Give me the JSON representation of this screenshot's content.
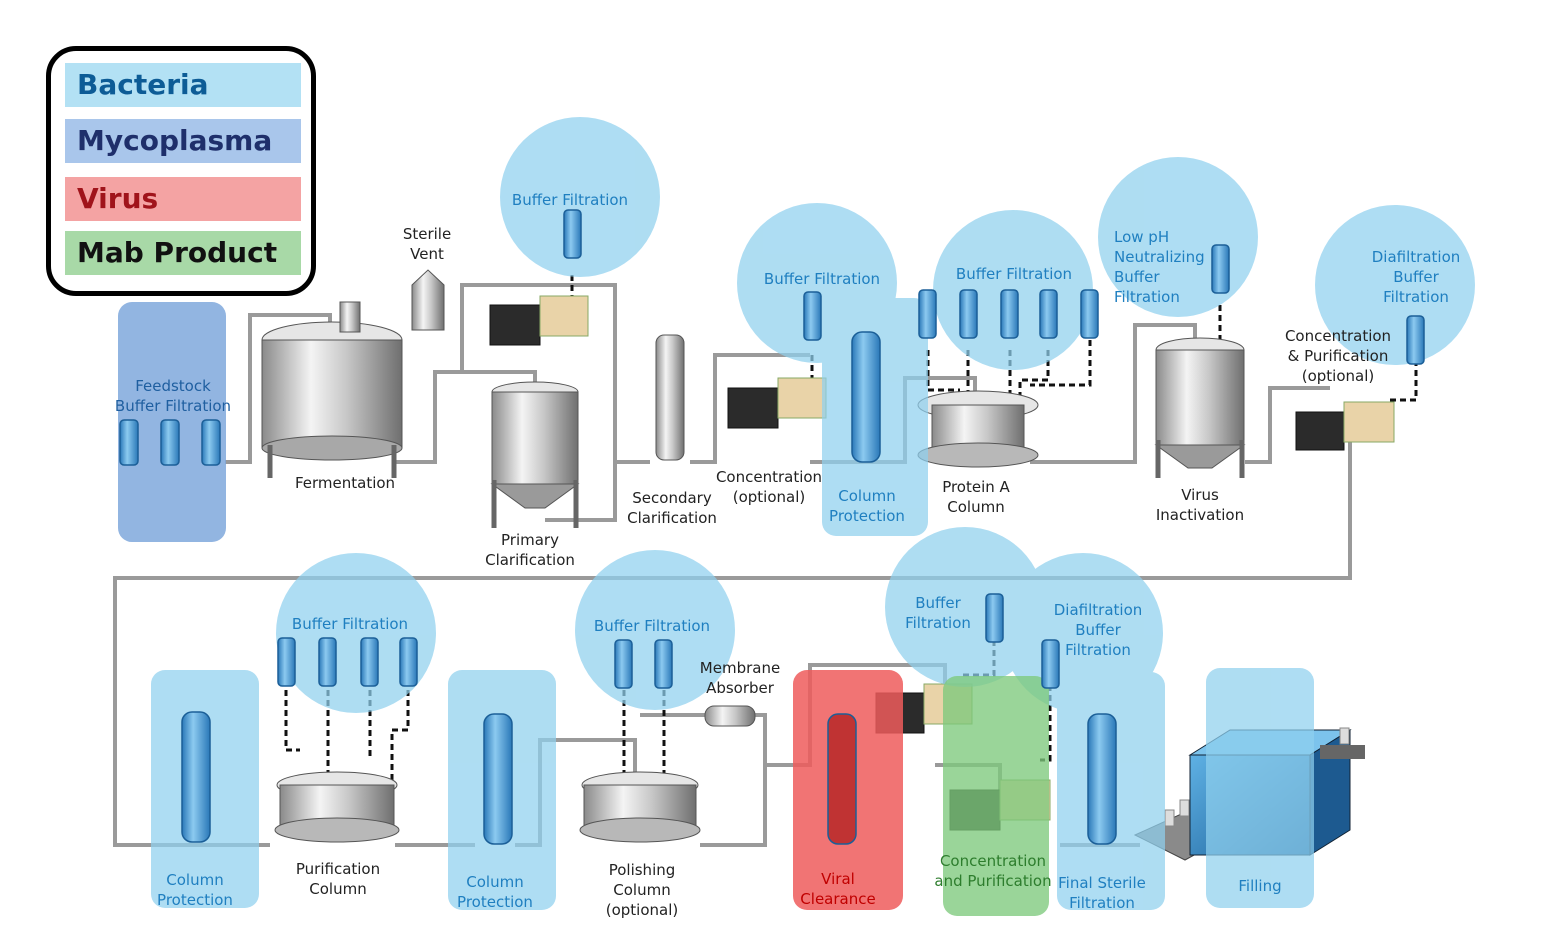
{
  "legend": {
    "bacteria": {
      "label": "Bacteria",
      "bg": "#b3e1f4",
      "color": "#0d5c96"
    },
    "mycoplasma": {
      "label": "Mycoplasma",
      "bg": "#a9c6eb",
      "color": "#1f2f6b"
    },
    "virus": {
      "label": "Virus",
      "bg": "#f4a3a3",
      "color": "#a0141b"
    },
    "mab": {
      "label": "Mab Product",
      "bg": "#a8d9a7",
      "color": "#111111"
    }
  },
  "labels": {
    "feedstock": "Feedstock\nBuffer Filtration",
    "fermentation": "Fermentation",
    "sterile_vent": "Sterile\nVent",
    "buffer_filtration_1": "Buffer Filtration",
    "primary_clarification": "Primary\nClarification",
    "secondary_clarification": "Secondary\nClarification",
    "buffer_filtration_2": "Buffer Filtration",
    "concentration_optional": "Concentration\n(optional)",
    "column_protection_1": "Column\nProtection",
    "buffer_filtration_3": "Buffer Filtration",
    "protein_a": "Protein A\nColumn",
    "low_ph": "Low pH\nNeutralizing\nBuffer\nFiltration",
    "virus_inactivation": "Virus\nInactivation",
    "concentration_purification_opt": "Concentration\n& Purification\n(optional)",
    "diafiltration_1": "Diafiltration\nBuffer\nFiltration",
    "column_protection_2": "Column\nProtection",
    "buffer_filtration_4": "Buffer Filtration",
    "purification_column": "Purification\nColumn",
    "column_protection_3": "Column\nProtection",
    "buffer_filtration_5": "Buffer Filtration",
    "membrane_absorber": "Membrane\nAbsorber",
    "polishing_column": "Polishing\nColumn\n(optional)",
    "viral_clearance": "Viral\nClearance",
    "buffer_filtration_6": "Buffer\nFiltration",
    "concentration_purification": "Concentration\nand Purification",
    "diafiltration_2": "Diafiltration\nBuffer\nFiltration",
    "final_sterile": "Final Sterile\nFiltration",
    "filling": "Filling"
  },
  "colors": {
    "bacteria_zone": "#8fd0ee",
    "mycoplasma_zone": "#7fa8dc",
    "virus_zone": "#ee5c5c",
    "mab_zone": "#7ec97c",
    "pipe": "#9a9a9a",
    "filter": "#4fa3d8"
  }
}
